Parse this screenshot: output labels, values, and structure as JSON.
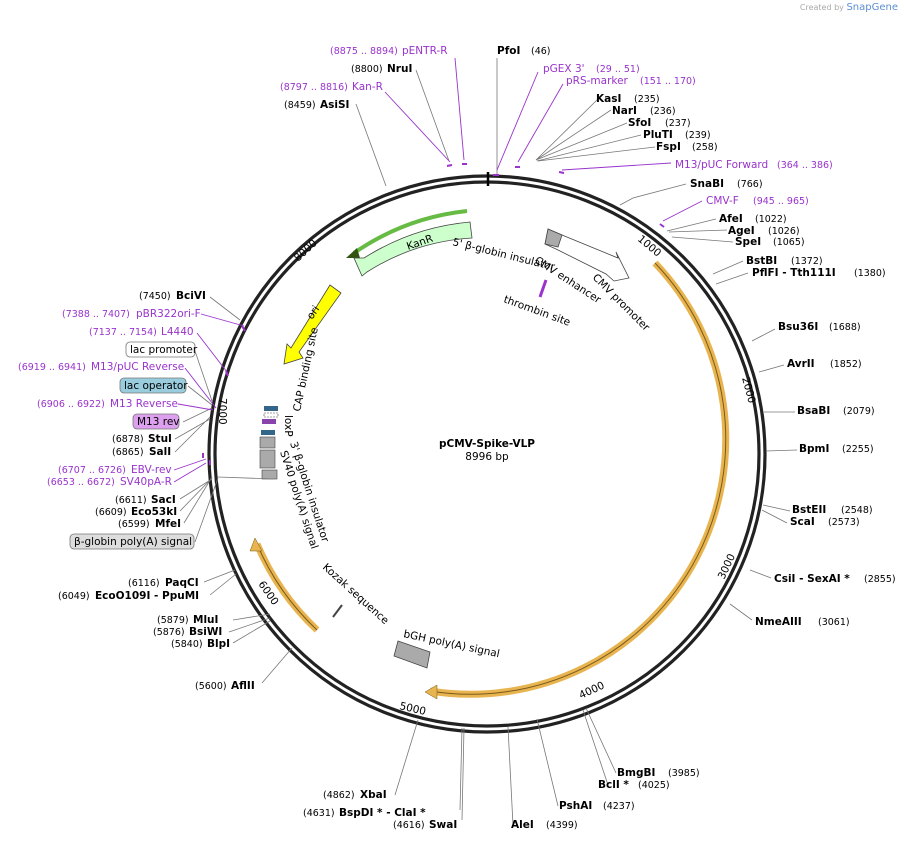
{
  "credit": {
    "prefix": "Created by",
    "brand": "SnapGene"
  },
  "plasmid": {
    "name": "pCMV-Spike-VLP",
    "size": "8996 bp"
  },
  "ticks": [
    "1000",
    "2000",
    "3000",
    "4000",
    "5000",
    "6000",
    "7000",
    "8000"
  ],
  "enzymes": [
    {
      "name": "PfoI",
      "pos": "(46)"
    },
    {
      "name": "KasI",
      "pos": "(235)"
    },
    {
      "name": "NarI",
      "pos": "(236)"
    },
    {
      "name": "SfoI",
      "pos": "(237)"
    },
    {
      "name": "PluTI",
      "pos": "(239)"
    },
    {
      "name": "FspI",
      "pos": "(258)"
    },
    {
      "name": "SnaBI",
      "pos": "(766)"
    },
    {
      "name": "AfeI",
      "pos": "(1022)"
    },
    {
      "name": "AgeI",
      "pos": "(1026)"
    },
    {
      "name": "SpeI",
      "pos": "(1065)"
    },
    {
      "name": "BstBI",
      "pos": "(1372)"
    },
    {
      "name": "PflFI - Tth111I",
      "pos": "(1380)"
    },
    {
      "name": "Bsu36I",
      "pos": "(1688)"
    },
    {
      "name": "AvrII",
      "pos": "(1852)"
    },
    {
      "name": "BsaBI",
      "pos": "(2079)"
    },
    {
      "name": "BpmI",
      "pos": "(2255)"
    },
    {
      "name": "BstEII",
      "pos": "(2548)"
    },
    {
      "name": "ScaI",
      "pos": "(2573)"
    },
    {
      "name": "CsiI - SexAI *",
      "pos": "(2855)"
    },
    {
      "name": "NmeAIII",
      "pos": "(3061)"
    },
    {
      "name": "BmgBI",
      "pos": "(3985)"
    },
    {
      "name": "BclI *",
      "pos": "(4025)"
    },
    {
      "name": "PshAI",
      "pos": "(4237)"
    },
    {
      "name": "AleI",
      "pos": "(4399)"
    },
    {
      "name": "XbaI",
      "pos": "(4862)"
    },
    {
      "name": "BspDI * - ClaI *",
      "pos": "(4631)"
    },
    {
      "name": "SwaI",
      "pos": "(4616)"
    },
    {
      "name": "AflII",
      "pos": "(5600)"
    },
    {
      "name": "BlpI",
      "pos": "(5840)"
    },
    {
      "name": "BsiWI",
      "pos": "(5876)"
    },
    {
      "name": "MluI",
      "pos": "(5879)"
    },
    {
      "name": "EcoO109I - PpuMI",
      "pos": "(6049)"
    },
    {
      "name": "PaqCI",
      "pos": "(6116)"
    },
    {
      "name": "MfeI",
      "pos": "(6599)"
    },
    {
      "name": "Eco53kI",
      "pos": "(6609)"
    },
    {
      "name": "SacI",
      "pos": "(6611)"
    },
    {
      "name": "SalI",
      "pos": "(6865)"
    },
    {
      "name": "StuI",
      "pos": "(6878)"
    },
    {
      "name": "BciVI",
      "pos": "(7450)"
    },
    {
      "name": "AsiSI",
      "pos": "(8459)"
    },
    {
      "name": "NruI",
      "pos": "(8800)"
    }
  ],
  "primers": [
    {
      "name": "pENTR-R",
      "pos": "(8875 .. 8894)"
    },
    {
      "name": "Kan-R",
      "pos": "(8797 .. 8816)"
    },
    {
      "name": "pGEX 3'",
      "pos": "(29 .. 51)"
    },
    {
      "name": "pRS-marker",
      "pos": "(151 .. 170)"
    },
    {
      "name": "M13/pUC Forward",
      "pos": "(364 .. 386)"
    },
    {
      "name": "CMV-F",
      "pos": "(945 .. 965)"
    },
    {
      "name": "pBR322ori-F",
      "pos": "(7388 .. 7407)"
    },
    {
      "name": "L4440",
      "pos": "(7137 .. 7154)"
    },
    {
      "name": "M13/pUC Reverse",
      "pos": "(6919 .. 6941)"
    },
    {
      "name": "M13 Reverse",
      "pos": "(6906 .. 6922)"
    },
    {
      "name": "EBV-rev",
      "pos": "(6707 .. 6726)"
    },
    {
      "name": "SV40pA-R",
      "pos": "(6653 .. 6672)"
    }
  ],
  "boxed_features": [
    "lac promoter",
    "lac operator",
    "M13 rev",
    "β-globin poly(A) signal"
  ],
  "features": [
    "KanR",
    "ori",
    "5' β-globin insulator",
    "CMV enhancer",
    "CMV promoter",
    "thrombin site",
    "CAP binding site",
    "loxP",
    "3' β-globin insulator",
    "SV40 poly(A) signal",
    "Kozak sequence",
    "bGH poly(A) signal"
  ],
  "colors": {
    "primer": "#9933cc",
    "kanr": "#ccffcc",
    "ori": "#ffff00",
    "orf": "#f5c060",
    "lac_operator": "#99ccdd",
    "m13rev": "#dda0ee",
    "grey_box": "#dddddd"
  }
}
